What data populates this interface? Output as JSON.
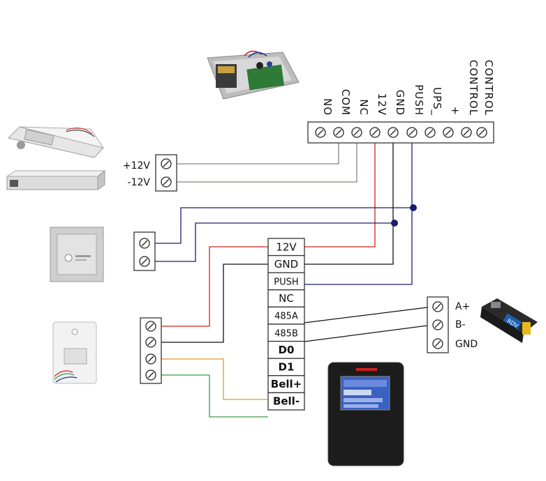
{
  "controller_terminals": [
    "NO",
    "COM",
    "NC",
    "12V",
    "GND",
    "PUSH",
    "UPS_",
    "+",
    "CONTROL",
    "CONTROL"
  ],
  "lock_block": {
    "labels": [
      "+12V",
      "-12V"
    ]
  },
  "reader_block": {
    "labels": [
      "12V",
      "GND",
      "PUSH",
      "NC",
      "485A",
      "485B",
      "D0",
      "D1",
      "Bell+",
      "Bell-"
    ]
  },
  "converter_block": {
    "labels": [
      "A+",
      "B-",
      "GND"
    ]
  },
  "device_labels": {
    "converter_brand": "RDV"
  },
  "colors": {
    "red": "#d32020",
    "black": "#111111",
    "navy": "#1c1c6e",
    "gray": "#8a8178",
    "orange": "#e09a20",
    "green": "#3a9a40"
  }
}
